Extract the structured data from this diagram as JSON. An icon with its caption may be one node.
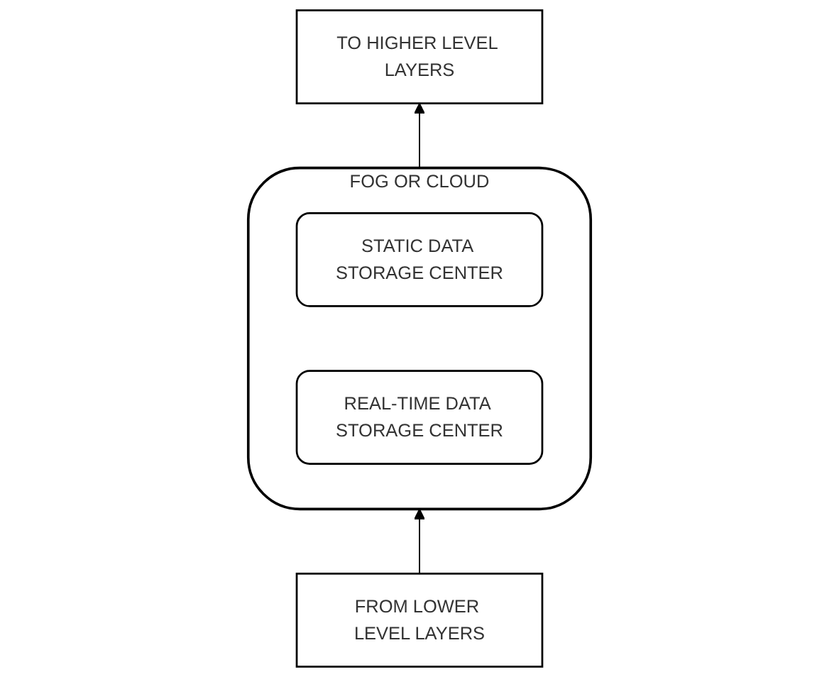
{
  "diagram": {
    "nodes": [
      {
        "text": [
          "TO HIGHER LEVEL LAYERS"
        ]
      },
      {
        "text": [],
        "shape": "cloud",
        "beside": [
          "FOG OR CLOUD"
        ]
      },
      {
        "text": [
          "STATIC DATA STORAGE CENTER"
        ],
        "in": 1
      },
      {
        "text": [
          "REAL-TIME DATA STORAGE CENTER"
        ],
        "in": 1
      },
      {
        "text": [
          "FROM LOWER LEVEL LAYERS"
        ]
      }
    ],
    "edges": [
      {
        "from": 4,
        "to": 1,
        "arrow": "to"
      },
      {
        "from": 1,
        "to": 0,
        "arrow": "to"
      }
    ]
  }
}
